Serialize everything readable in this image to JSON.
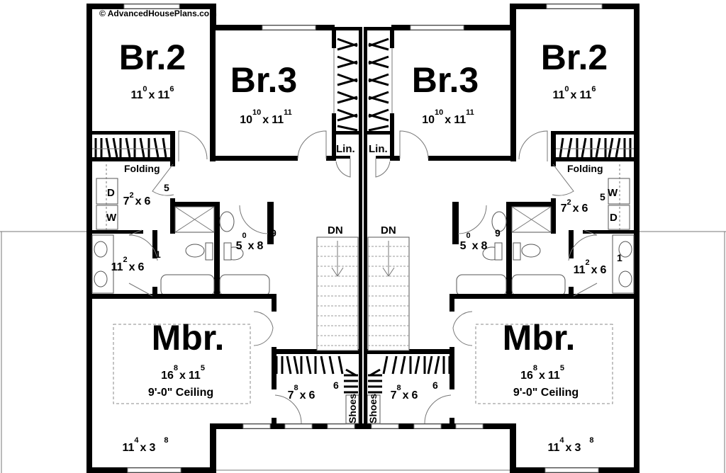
{
  "copyright": "© AdvancedHousePlans.com",
  "by": "x",
  "left": {
    "br2": {
      "name": "Br.2",
      "w": "11",
      "wi": "0",
      "h": "11",
      "hi": "6"
    },
    "br3": {
      "name": "Br.3",
      "w": "10",
      "wi": "10",
      "h": "11",
      "hi": "11"
    },
    "linen": "Lin.",
    "folding": "Folding",
    "dryer": "D",
    "washer": "W",
    "laundry": {
      "w": "7",
      "wi": "2",
      "h": "6",
      "hi": "5"
    },
    "bath2": {
      "w": "11",
      "wi": "2",
      "h": "6",
      "hi": "1"
    },
    "bath": {
      "w": "5",
      "wi": "0",
      "h": "8",
      "hi": "9"
    },
    "stairs": "DN",
    "mbr": {
      "name": "Mbr.",
      "w": "16",
      "wi": "8",
      "h": "11",
      "hi": "5",
      "ceiling": "9'-0\" Ceiling"
    },
    "wic": {
      "w": "7",
      "wi": "8",
      "h": "6",
      "hi": "6"
    },
    "shoes": "Shoes",
    "nook": {
      "w": "11",
      "wi": "4",
      "h": "3",
      "hi": "8"
    }
  },
  "right": {
    "br2": {
      "name": "Br.2",
      "w": "11",
      "wi": "0",
      "h": "11",
      "hi": "6"
    },
    "br3": {
      "name": "Br.3",
      "w": "10",
      "wi": "10",
      "h": "11",
      "hi": "11"
    },
    "linen": "Lin.",
    "folding": "Folding",
    "dryer": "D",
    "washer": "W",
    "laundry": {
      "w": "7",
      "wi": "2",
      "h": "6",
      "hi": "5"
    },
    "bath2": {
      "w": "11",
      "wi": "2",
      "h": "6",
      "hi": "1"
    },
    "bath": {
      "w": "5",
      "wi": "0",
      "h": "8",
      "hi": "9"
    },
    "stairs": "DN",
    "mbr": {
      "name": "Mbr.",
      "w": "16",
      "wi": "8",
      "h": "11",
      "hi": "5",
      "ceiling": "9'-0\" Ceiling"
    },
    "wic": {
      "w": "7",
      "wi": "8",
      "h": "6",
      "hi": "6"
    },
    "shoes": "Shoes",
    "nook": {
      "w": "11",
      "wi": "4",
      "h": "3",
      "hi": "8"
    }
  }
}
